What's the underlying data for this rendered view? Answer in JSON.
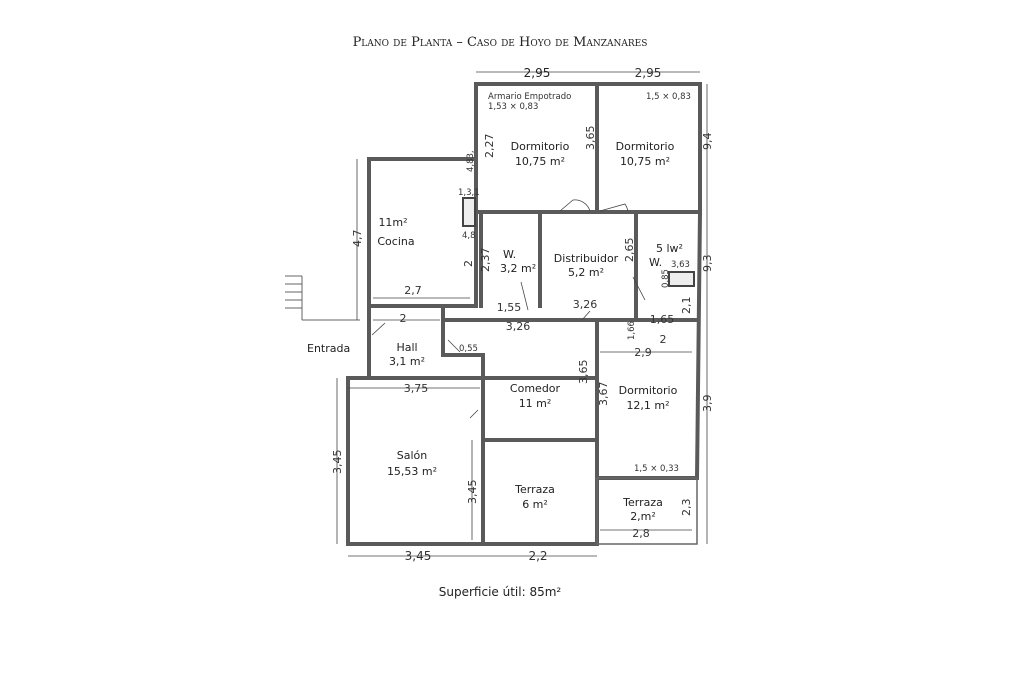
{
  "title": "Plano de Planta – Caso de Hoyo de Manzanares",
  "footer": "Superficie útil: 85m²",
  "entrance_label": "Entrada",
  "rooms": [
    {
      "name": "Dormitorio",
      "area": "10,75 m²"
    },
    {
      "name": "Dormitorio",
      "area": "10,75 m²"
    },
    {
      "name": "Cocina",
      "area": "11m²"
    },
    {
      "name": "W.",
      "area": "3,2 m²"
    },
    {
      "name": "Distribuidor",
      "area": "5,2 m²"
    },
    {
      "name": "W.",
      "area": "5 lw²"
    },
    {
      "name": "Hall",
      "area": "3,1 m²"
    },
    {
      "name": "Comedor",
      "area": "11 m²"
    },
    {
      "name": "Dormitorio",
      "area": "12,1 m²"
    },
    {
      "name": "Salón",
      "area": "15,53 m²"
    },
    {
      "name": "Terraza",
      "area": "6 m²"
    },
    {
      "name": "Terraza",
      "area": "2,m²"
    }
  ],
  "notes": {
    "armario": "Armario Empotrado",
    "armario_size": "1,53 × 0,83",
    "closet2": "1,5 × 0,83",
    "closet3": "1,5 × 0,33",
    "kitchen_box_top": "1,3,1",
    "kitchen_box_bottom": "4,8",
    "kitchen_side": "4,83,",
    "w_box": "3,63",
    "w_box_side": "0,85",
    "hall_step": "0,55"
  },
  "dimensions": {
    "top_left": "2,95",
    "top_right": "2,95",
    "right_top": "9,4",
    "right_mid": "9,3",
    "right_low": "3,9",
    "right_terr": "2,3",
    "left_kitchen": "4,7",
    "left_salon": "3,45",
    "dorm_h1": "2,27",
    "dorm_h2": "3,65",
    "kitchen_w": "2,7",
    "kitchen_side2": "2",
    "w_h": "2,37",
    "w_w": "1,55",
    "dist_w": "3,26",
    "dist_h": "2,65",
    "w2_w": "1,65",
    "w2_h": "2,1",
    "hall_w": "2",
    "corr_w": "3,26",
    "corr_small": "1,66",
    "dorm3_w1": "2",
    "dorm3_w2": "2,9",
    "dorm3_h": "3,67",
    "comedor_h": "3,65",
    "salon_w": "3,75",
    "salon_h": "3,45",
    "bottom_left": "3,45",
    "bottom_right": "2,2",
    "terr2_w": "2,8"
  }
}
